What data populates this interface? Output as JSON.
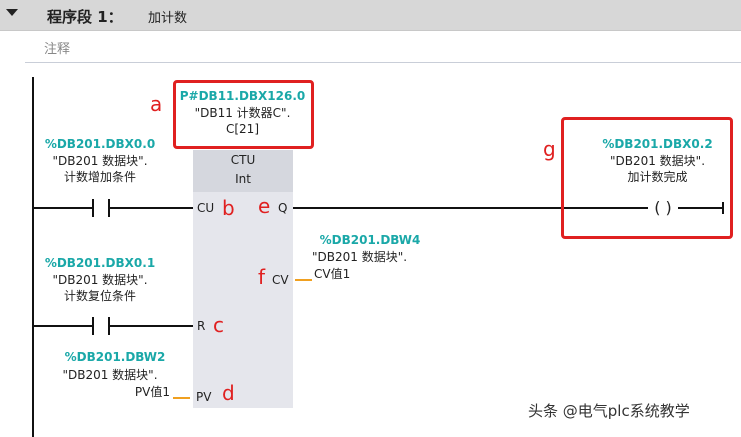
{
  "network": {
    "title": "程序段 1：",
    "name": "加计数",
    "comment_placeholder": "注释"
  },
  "counter": {
    "address": "P#DB11.DBX126.0",
    "symbol1": "\"DB11 计数器C\".",
    "symbol2": "C[21]",
    "type": "CTU",
    "datatype": "Int",
    "pins": {
      "cu": "CU",
      "r": "R",
      "pv": "PV",
      "q": "Q",
      "cv": "CV"
    }
  },
  "cu_input": {
    "address": "%DB201.DBX0.0",
    "symbol1": "\"DB201 数据块\".",
    "symbol2": "计数增加条件"
  },
  "r_input": {
    "address": "%DB201.DBX0.1",
    "symbol1": "\"DB201 数据块\".",
    "symbol2": "计数复位条件"
  },
  "pv_input": {
    "address": "%DB201.DBW2",
    "symbol1": "\"DB201 数据块\".",
    "symbol2": "PV值1"
  },
  "cv_output": {
    "address": "%DB201.DBW4",
    "symbol1": "\"DB201 数据块\".",
    "symbol2": "CV值1"
  },
  "coil": {
    "address": "%DB201.DBX0.2",
    "symbol1": "\"DB201 数据块\".",
    "symbol2": "加计数完成",
    "glyph": "(   )"
  },
  "annotations": {
    "a": "a",
    "b": "b",
    "c": "c",
    "d": "d",
    "e": "e",
    "f": "f",
    "g": "g"
  },
  "watermark": "头条 @电气plc系统教学",
  "colors": {
    "address": "#1aa8a8",
    "annotation": "#e02020",
    "wire_param": "#f0a020"
  }
}
